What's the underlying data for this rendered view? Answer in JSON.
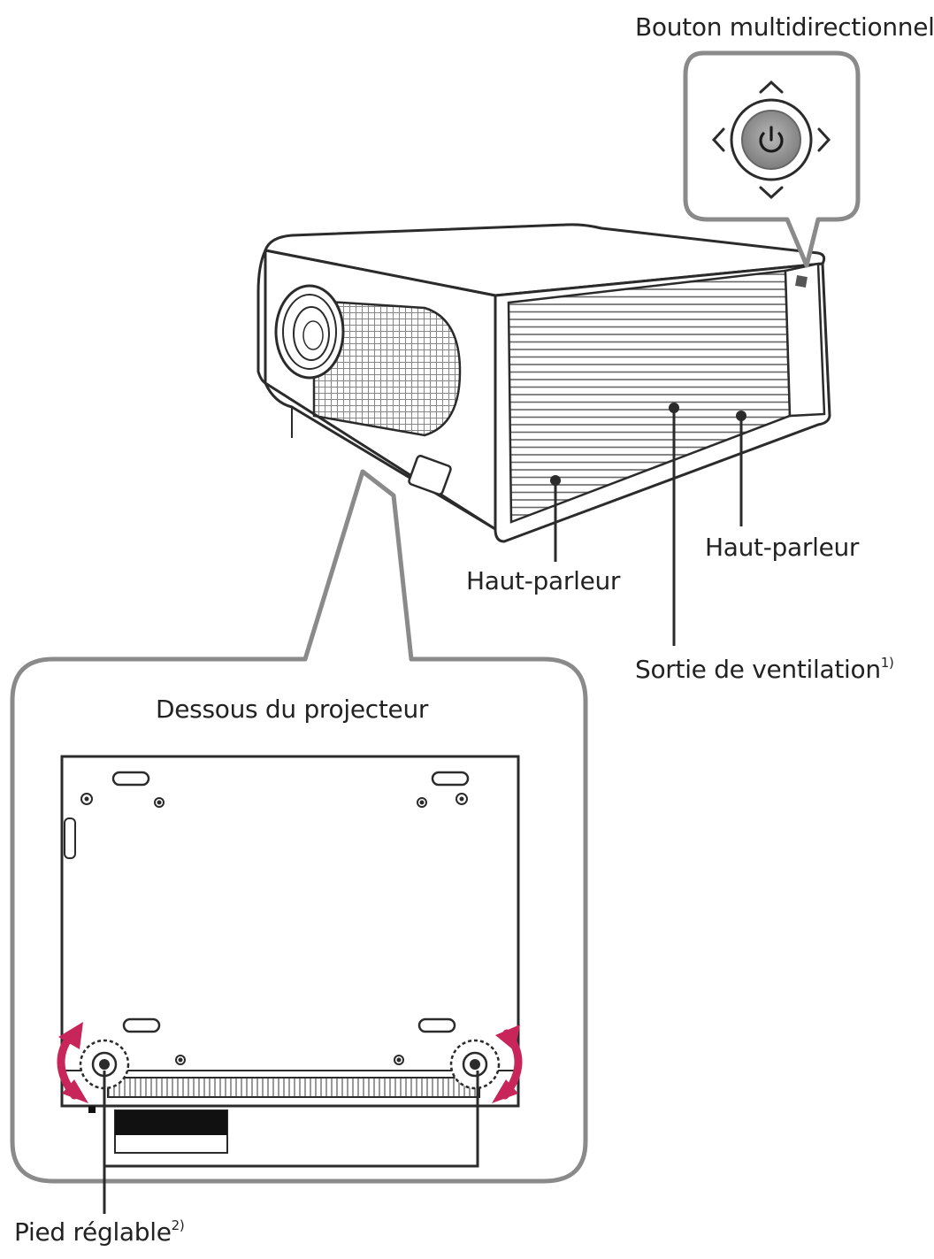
{
  "labels": {
    "multidirectional_button": "Bouton multidirectionnel",
    "speaker_left": "Haut-parleur",
    "speaker_right": "Haut-parleur",
    "ventilation_outlet": "Sortie de ventilation",
    "ventilation_note": "1)",
    "projector_bottom": "Dessous du projecteur",
    "adjustable_foot": "Pied réglable",
    "adjustable_foot_note": "2)"
  },
  "colors": {
    "line": "#2b2b2b",
    "callout_frame": "#8a8a8a",
    "rotation_arrow": "#c8265a",
    "power_button": "#8f8f8f"
  },
  "icons": [
    "power-icon",
    "chevron-up-icon",
    "chevron-down-icon",
    "chevron-left-icon",
    "chevron-right-icon",
    "rotate-arrow-icon"
  ]
}
